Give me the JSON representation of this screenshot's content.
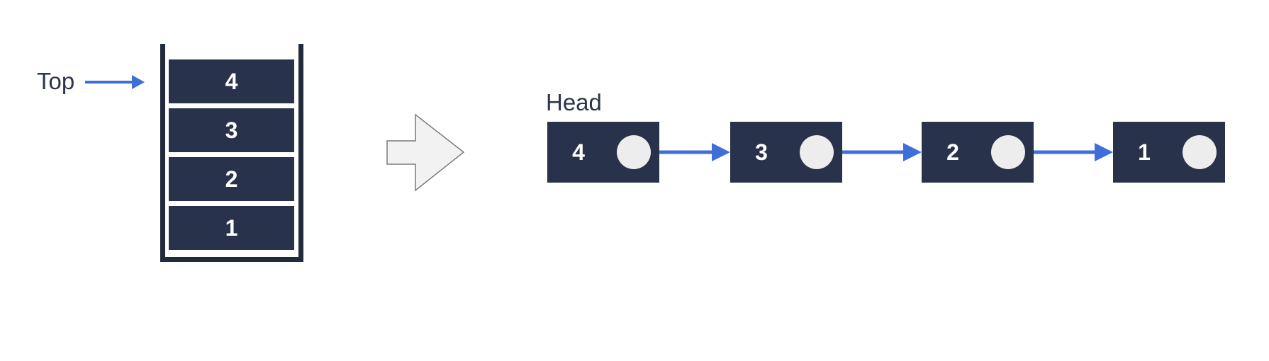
{
  "stack": {
    "top_label": "Top",
    "items": [
      "4",
      "3",
      "2",
      "1"
    ]
  },
  "linked_list": {
    "head_label": "Head",
    "nodes": [
      "4",
      "3",
      "2",
      "1"
    ]
  },
  "colors": {
    "block_fill": "#28324a",
    "pointer_arrow": "#3e6fd8",
    "pointer_dot": "#ededed",
    "transform_arrow_fill": "#f2f2f2",
    "label_text": "#2c3648"
  },
  "icons": {
    "transform_arrow": "right-arrow-icon"
  }
}
